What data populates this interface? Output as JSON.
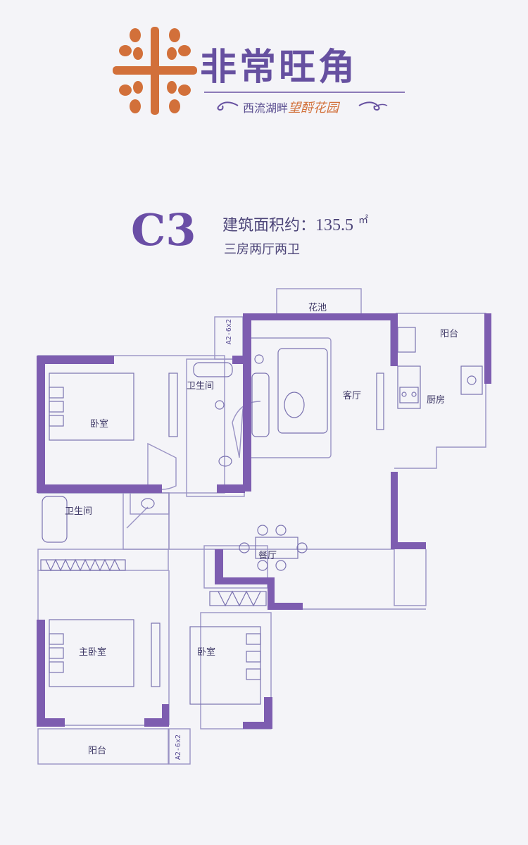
{
  "brand": {
    "name": "非常旺角",
    "subtitle_plain": "西流湖畔",
    "subtitle_accent": "望酹花园"
  },
  "unit": {
    "code": "C3",
    "area_label": "建筑面积约：",
    "area_value": "135.5",
    "area_unit": "㎡",
    "layout_desc": "三房两厅两卫"
  },
  "rooms": {
    "flower_bed": "花池",
    "balcony_top": "阳台",
    "living_room": "客厅",
    "kitchen": "厨房",
    "bedroom_1": "卧室",
    "bathroom_1": "卫生间",
    "bathroom_2": "卫生间",
    "dining_room": "餐厅",
    "master_bedroom": "主卧室",
    "bedroom_2": "卧室",
    "balcony_bottom": "阳台"
  },
  "window_tags": {
    "tag_top": "A2-6x2",
    "tag_bottom": "A2-6x2"
  },
  "colors": {
    "wall": "#7d5db0",
    "line": "#9a93c4",
    "accent": "#d2703a",
    "brand": "#6650a0"
  }
}
